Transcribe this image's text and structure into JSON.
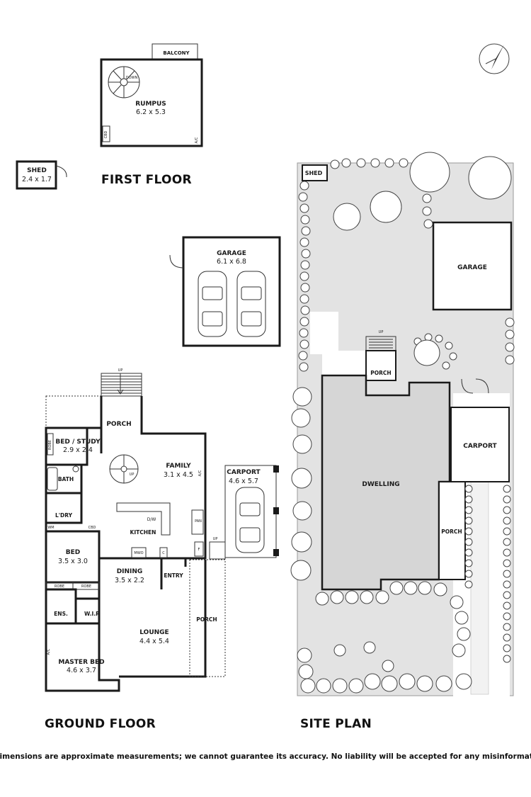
{
  "headings": {
    "first_floor": "FIRST FLOOR",
    "ground_floor": "GROUND FLOOR",
    "site_plan": "SITE PLAN"
  },
  "disclaimer": "Dimensions are approximate measurements; we cannot guarantee its accuracy. No liability will be accepted for any misinformation",
  "first_floor": {
    "balcony": "BALCONY",
    "rumpus": "RUMPUS",
    "rumpus_dim": "6.2 x 5.3",
    "down": "DOWN",
    "cbd": "CBD",
    "ac": "A/C"
  },
  "shed": {
    "name": "SHED",
    "dim": "2.4 x 1.7"
  },
  "garage": {
    "name": "GARAGE",
    "dim": "6.1 x 6.8"
  },
  "ground_floor": {
    "up_stairs": "UP",
    "porch_top": "PORCH",
    "bed_study": "BED / STUDY",
    "bed_study_dim": "2.9 x 2.4",
    "robe": "ROBE",
    "bath": "BATH",
    "ldry": "L'DRY",
    "wm": "WM",
    "cbd": "CBD",
    "family": "FAMILY",
    "family_dim": "3.1 x 4.5",
    "ac": "A/C",
    "up_spiral": "UP",
    "dw": "D/W",
    "kitchen": "KITCHEN",
    "pan": "PAN",
    "mwo": "MWO",
    "c": "C",
    "f": "F",
    "bed": "BED",
    "bed_dim": "3.5 x 3.0",
    "robe_left": "ROBE",
    "robe_right": "ROBE",
    "dining": "DINING",
    "dining_dim": "3.5 x 2.2",
    "entry": "ENTRY",
    "ens": "ENS.",
    "wir": "W.I.R",
    "lounge": "LOUNGE",
    "lounge_dim": "4.4 x 5.4",
    "porch_side": "PORCH",
    "master_bed": "MASTER BED",
    "master_bed_dim": "4.6 x 3.7",
    "ac_master": "A/C",
    "carport": "CARPORT",
    "carport_dim": "4.6 x 5.7",
    "up_carport": "UP"
  },
  "site_plan": {
    "shed": "SHED",
    "garage": "GARAGE",
    "up": "UP",
    "porch_top": "PORCH",
    "carport": "CARPORT",
    "dwelling": "DWELLING",
    "porch_side": "PORCH"
  },
  "colors": {
    "site_fill": "#e3e3e3",
    "dwelling_fill": "#d6d6d6",
    "wall": "#1a1a1a"
  },
  "icons": [
    "north-arrow-icon",
    "car-icon",
    "tree-icon",
    "spiral-stair-icon"
  ]
}
